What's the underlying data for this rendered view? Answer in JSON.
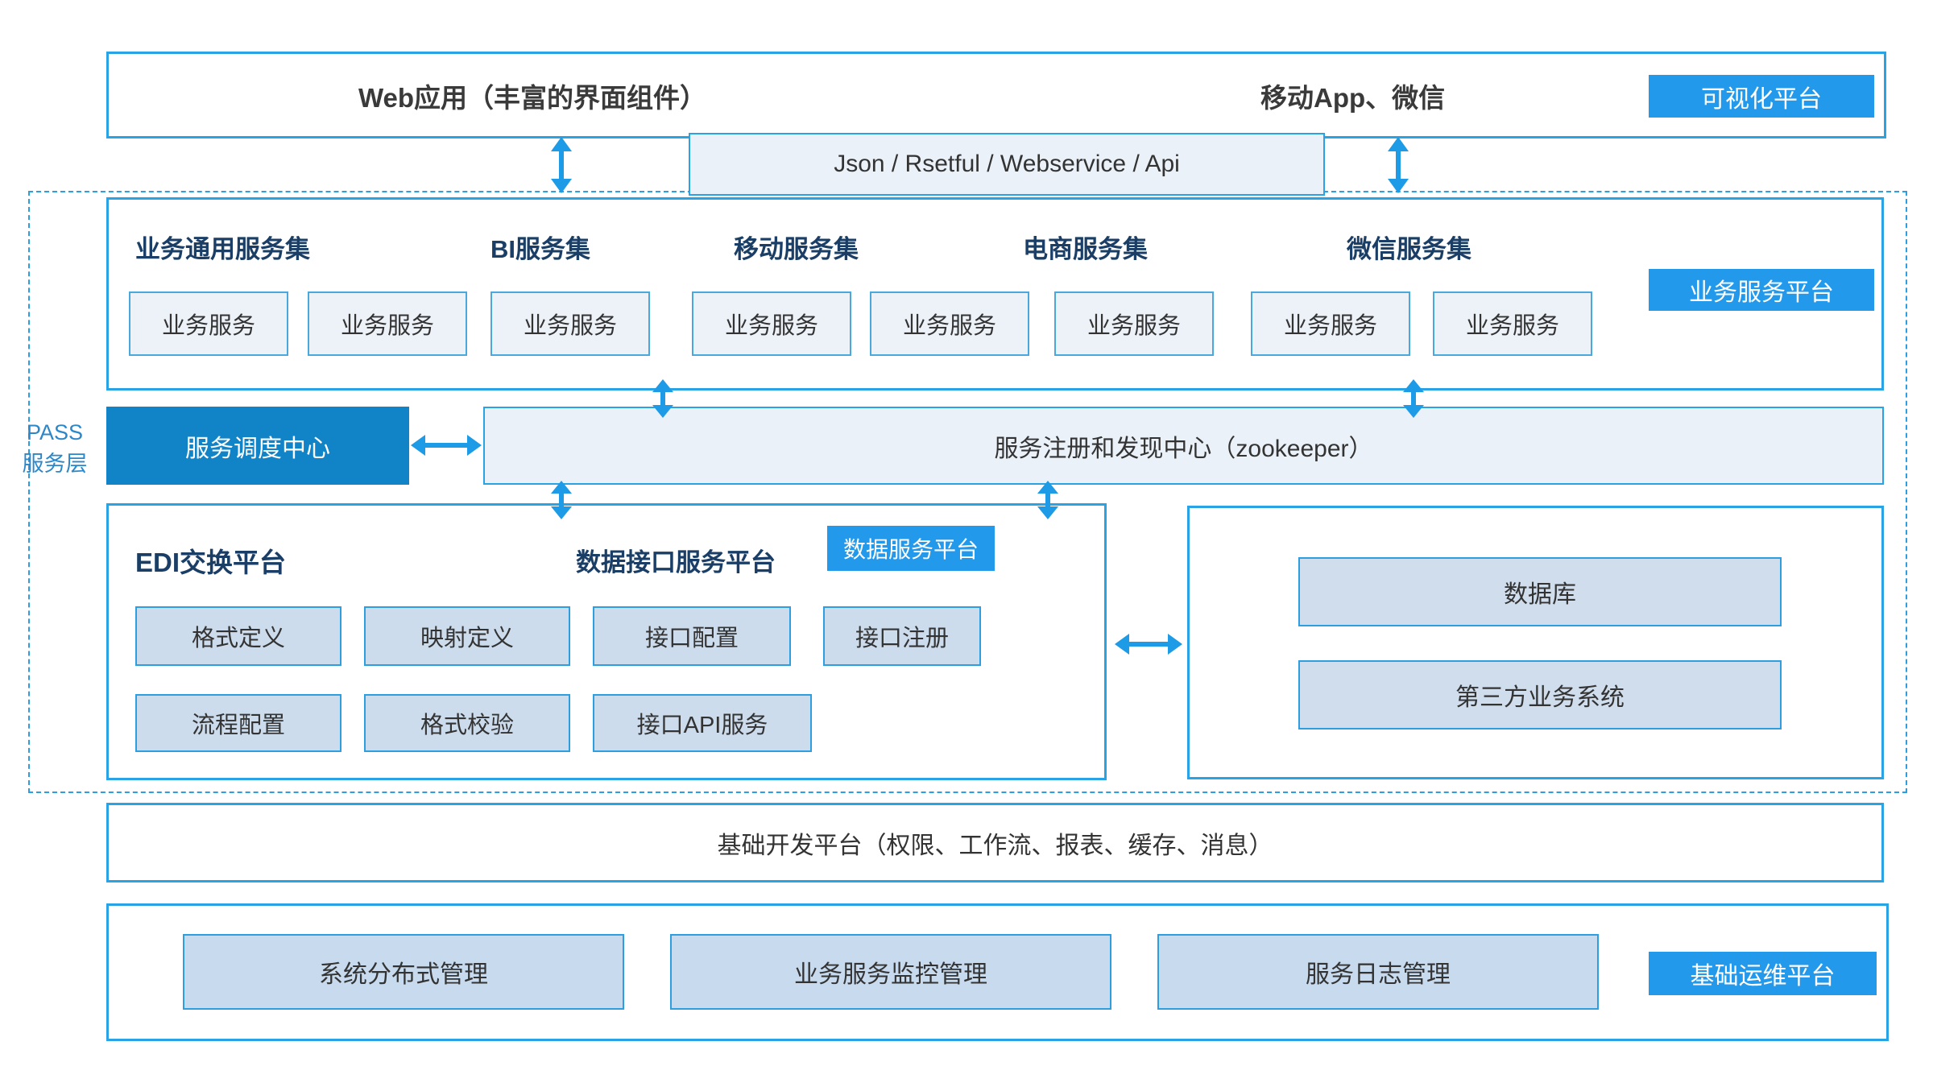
{
  "colors": {
    "accent_blue": "#2399ec",
    "deep_blue": "#1184c7",
    "border_blue": "#29a3e3",
    "dashed_blue": "#2d9fe0",
    "arrow_blue": "#1e9be6",
    "navy_heading": "#1a3e66",
    "light_fill": "#eaf1f8",
    "medium_fill": "#ccdcec"
  },
  "top_box": {
    "web_label": "Web应用（丰富的界面组件）",
    "mobile_label": "移动App、微信",
    "badge": "可视化平台"
  },
  "api_bar": {
    "label": "Json / Rsetful / Webservice / Api"
  },
  "pass_layer": {
    "label_line1": "PASS",
    "label_line2": "服务层"
  },
  "service_platform": {
    "badge": "业务服务平台",
    "groups": [
      "业务通用服务集",
      "BI服务集",
      "移动服务集",
      "电商服务集",
      "微信服务集"
    ],
    "services": [
      "业务服务",
      "业务服务",
      "业务服务",
      "业务服务",
      "业务服务",
      "业务服务",
      "业务服务",
      "业务服务"
    ]
  },
  "dispatch_center": {
    "label": "服务调度中心"
  },
  "registry_center": {
    "label": "服务注册和发现中心（zookeeper）"
  },
  "data_platform": {
    "badge": "数据服务平台",
    "edi_title": "EDI交换平台",
    "interface_title": "数据接口服务平台",
    "row1": [
      "格式定义",
      "映射定义",
      "接口配置",
      "接口注册"
    ],
    "row2": [
      "流程配置",
      "格式校验",
      "接口API服务"
    ]
  },
  "external_systems": {
    "items": [
      "数据库",
      "第三方业务系统"
    ]
  },
  "dev_platform": {
    "label": "基础开发平台（权限、工作流、报表、缓存、消息）"
  },
  "ops_platform": {
    "badge": "基础运维平台",
    "items": [
      "系统分布式管理",
      "业务服务监控管理",
      "服务日志管理"
    ]
  }
}
